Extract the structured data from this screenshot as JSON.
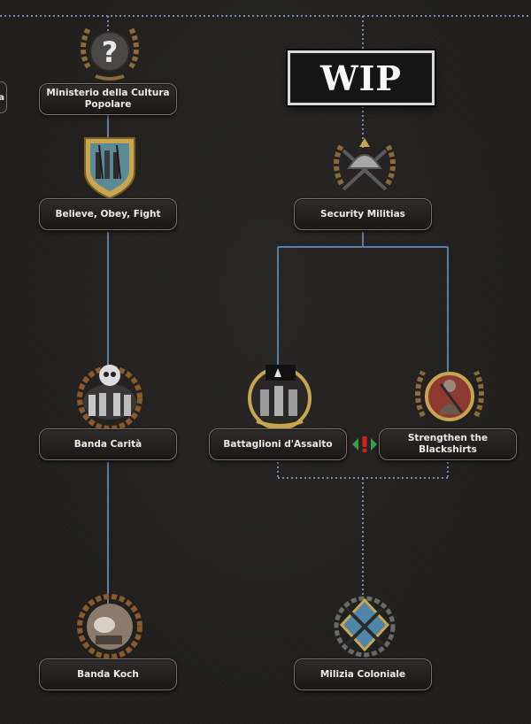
{
  "wip_banner": "WIP",
  "edge_stub_text": "a",
  "focuses": [
    {
      "id": "ministero",
      "label": "Ministerio della Cultura Popolare",
      "icon": "question-mark-laurel-icon"
    },
    {
      "id": "believe",
      "label": "Believe, Obey, Fight",
      "icon": "soldiers-shield-icon"
    },
    {
      "id": "security",
      "label": "Security Militias",
      "icon": "helmet-rifles-icon"
    },
    {
      "id": "banda-carita",
      "label": "Banda Carità",
      "icon": "skull-squad-icon"
    },
    {
      "id": "battaglioni",
      "label": "Battaglioni d'Assalto",
      "icon": "flag-soldiers-icon"
    },
    {
      "id": "blackshirts",
      "label": "Strengthen the Blackshirts",
      "icon": "blackshirt-soldier-icon"
    },
    {
      "id": "banda-koch",
      "label": "Banda Koch",
      "icon": "portrait-laurel-icon"
    },
    {
      "id": "milizia",
      "label": "Milizia Coloniale",
      "icon": "crossed-rifles-badge-icon"
    }
  ],
  "mutual_exclusion_icon": "mutually-exclusive-icon",
  "colors": {
    "line": "#5d7fa3",
    "line_dotted": "#6d8fb3",
    "label_border": "#77736c",
    "exclusive_red": "#d02020",
    "exclusive_green": "#3e9b4a"
  }
}
